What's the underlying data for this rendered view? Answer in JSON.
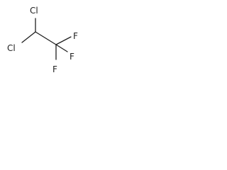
{
  "molecule": {
    "atoms": {
      "cl_top": "Cl",
      "cl_left": "Cl",
      "f_right": "F",
      "f_bottom": "F",
      "f_right_lower": "F"
    }
  }
}
